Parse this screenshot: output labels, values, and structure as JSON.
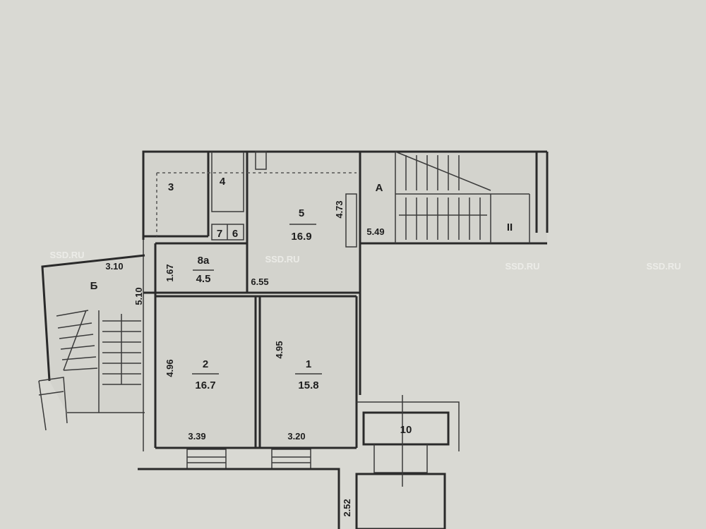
{
  "rooms": {
    "r1": {
      "number": "1",
      "area": "15.8"
    },
    "r2": {
      "number": "2",
      "area": "16.7"
    },
    "r3": {
      "number": "3"
    },
    "r4": {
      "number": "4"
    },
    "r5": {
      "number": "5",
      "area": "16.9"
    },
    "r6": {
      "number": "6"
    },
    "r7": {
      "number": "7"
    },
    "r8a": {
      "number": "8а",
      "area": "4.5"
    },
    "r10": {
      "number": "10"
    },
    "rA": {
      "number": "А"
    },
    "rII": {
      "number": "II"
    },
    "rB": {
      "number": "Б"
    }
  },
  "dimensions": {
    "d310": "3.10",
    "d510": "5.10",
    "d167": "1.67",
    "d655": "6.55",
    "d473": "4.73",
    "d549": "5.49",
    "d496": "4.96",
    "d495": "4.95",
    "d339": "3.39",
    "d320": "3.20",
    "d252": "2.52"
  },
  "watermark": "SSD.RU"
}
